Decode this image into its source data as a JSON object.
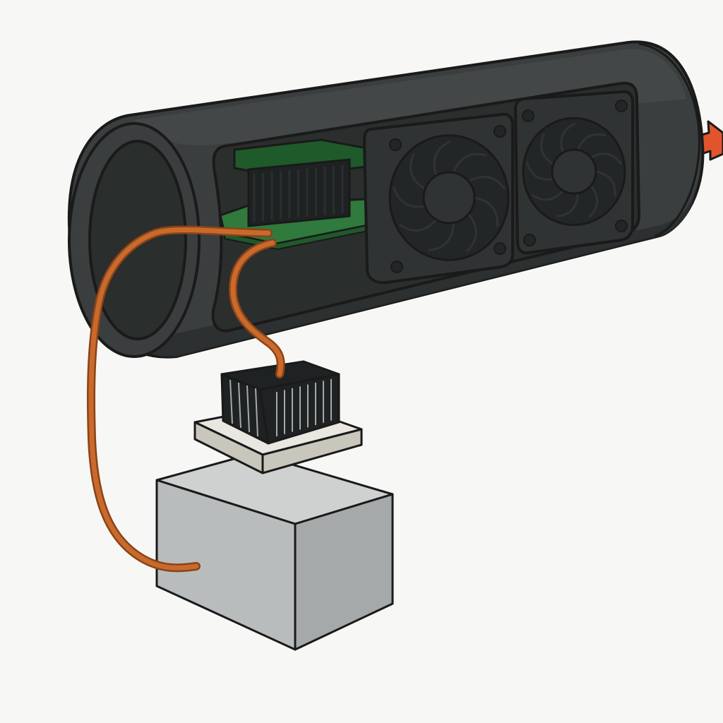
{
  "scene": {
    "background": "#f7f7f5",
    "components": [
      {
        "name": "duct-tube",
        "icon": "tube-icon"
      },
      {
        "name": "intake-opening",
        "icon": "circle-opening-icon"
      },
      {
        "name": "cutaway-window",
        "icon": "window-icon"
      },
      {
        "name": "circuit-board",
        "icon": "pcb-icon"
      },
      {
        "name": "board-heatsink",
        "icon": "heatsink-icon"
      },
      {
        "name": "cooling-fan-left",
        "icon": "fan-icon"
      },
      {
        "name": "cooling-fan-right",
        "icon": "fan-icon"
      },
      {
        "name": "airflow-exhaust-arrow",
        "icon": "arrow-right-icon"
      },
      {
        "name": "copper-wire-long",
        "icon": "wire-icon"
      },
      {
        "name": "copper-wire-short",
        "icon": "wire-icon"
      },
      {
        "name": "peltier-heatsink",
        "icon": "heatsink-icon"
      },
      {
        "name": "peltier-plate",
        "icon": "plate-icon"
      },
      {
        "name": "power-block",
        "icon": "box-icon"
      }
    ]
  },
  "colors": {
    "tube_outer": "#3a3e3e",
    "tube_shadow": "#2b2f2f",
    "tube_highlight": "#4a4f4f",
    "window_inner": "#2a2e2d",
    "fan_frame": "#2f3333",
    "fan_blade": "#232626",
    "pcb_green": "#2f7a3c",
    "pcb_dark": "#1f5a2a",
    "heatsink": "#1f2222",
    "copper": "#c96a2c",
    "copper_dark": "#8a4318",
    "arrow": "#e2552c",
    "plate": "#e9e7e0",
    "plate_edge": "#c9c6bc",
    "block_top": "#cfd1d1",
    "block_front": "#b9bcbc",
    "block_side": "#a6a9a9",
    "outline": "#1a1a1a"
  }
}
